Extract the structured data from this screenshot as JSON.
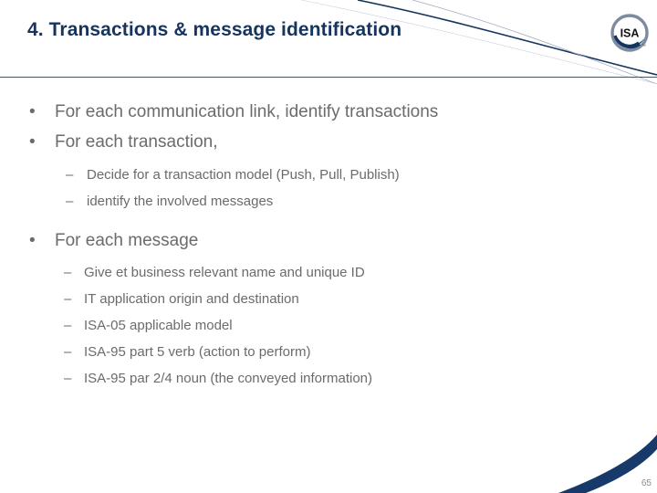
{
  "slide": {
    "title": "4. Transactions & message identification",
    "page_number": "65",
    "logo_text": "ISA",
    "title_color": "#15345E",
    "body_color": "#6B6B6B",
    "accent_color": "#173A6B",
    "background_color": "#FFFFFF"
  },
  "bullets": [
    {
      "level": 1,
      "marker": "•",
      "text": "For each communication link, identify transactions"
    },
    {
      "level": 1,
      "marker": "•",
      "text": "For each transaction,"
    },
    {
      "level": 2,
      "marker": "–",
      "text": "Decide for a transaction model (Push, Pull, Publish)"
    },
    {
      "level": 2,
      "marker": "–",
      "text": "identify the involved messages"
    },
    {
      "level": 1,
      "marker": "•",
      "text": "For each message"
    },
    {
      "level": 3,
      "marker": "–",
      "text": "Give et business relevant name and unique ID"
    },
    {
      "level": 3,
      "marker": "–",
      "text": "IT application origin and destination"
    },
    {
      "level": 3,
      "marker": "–",
      "text": "ISA-05 applicable model"
    },
    {
      "level": 3,
      "marker": "–",
      "text": "ISA-95 part 5 verb (action to perform)"
    },
    {
      "level": 3,
      "marker": "–",
      "text": "ISA-95 par 2/4 noun (the conveyed information)"
    }
  ]
}
